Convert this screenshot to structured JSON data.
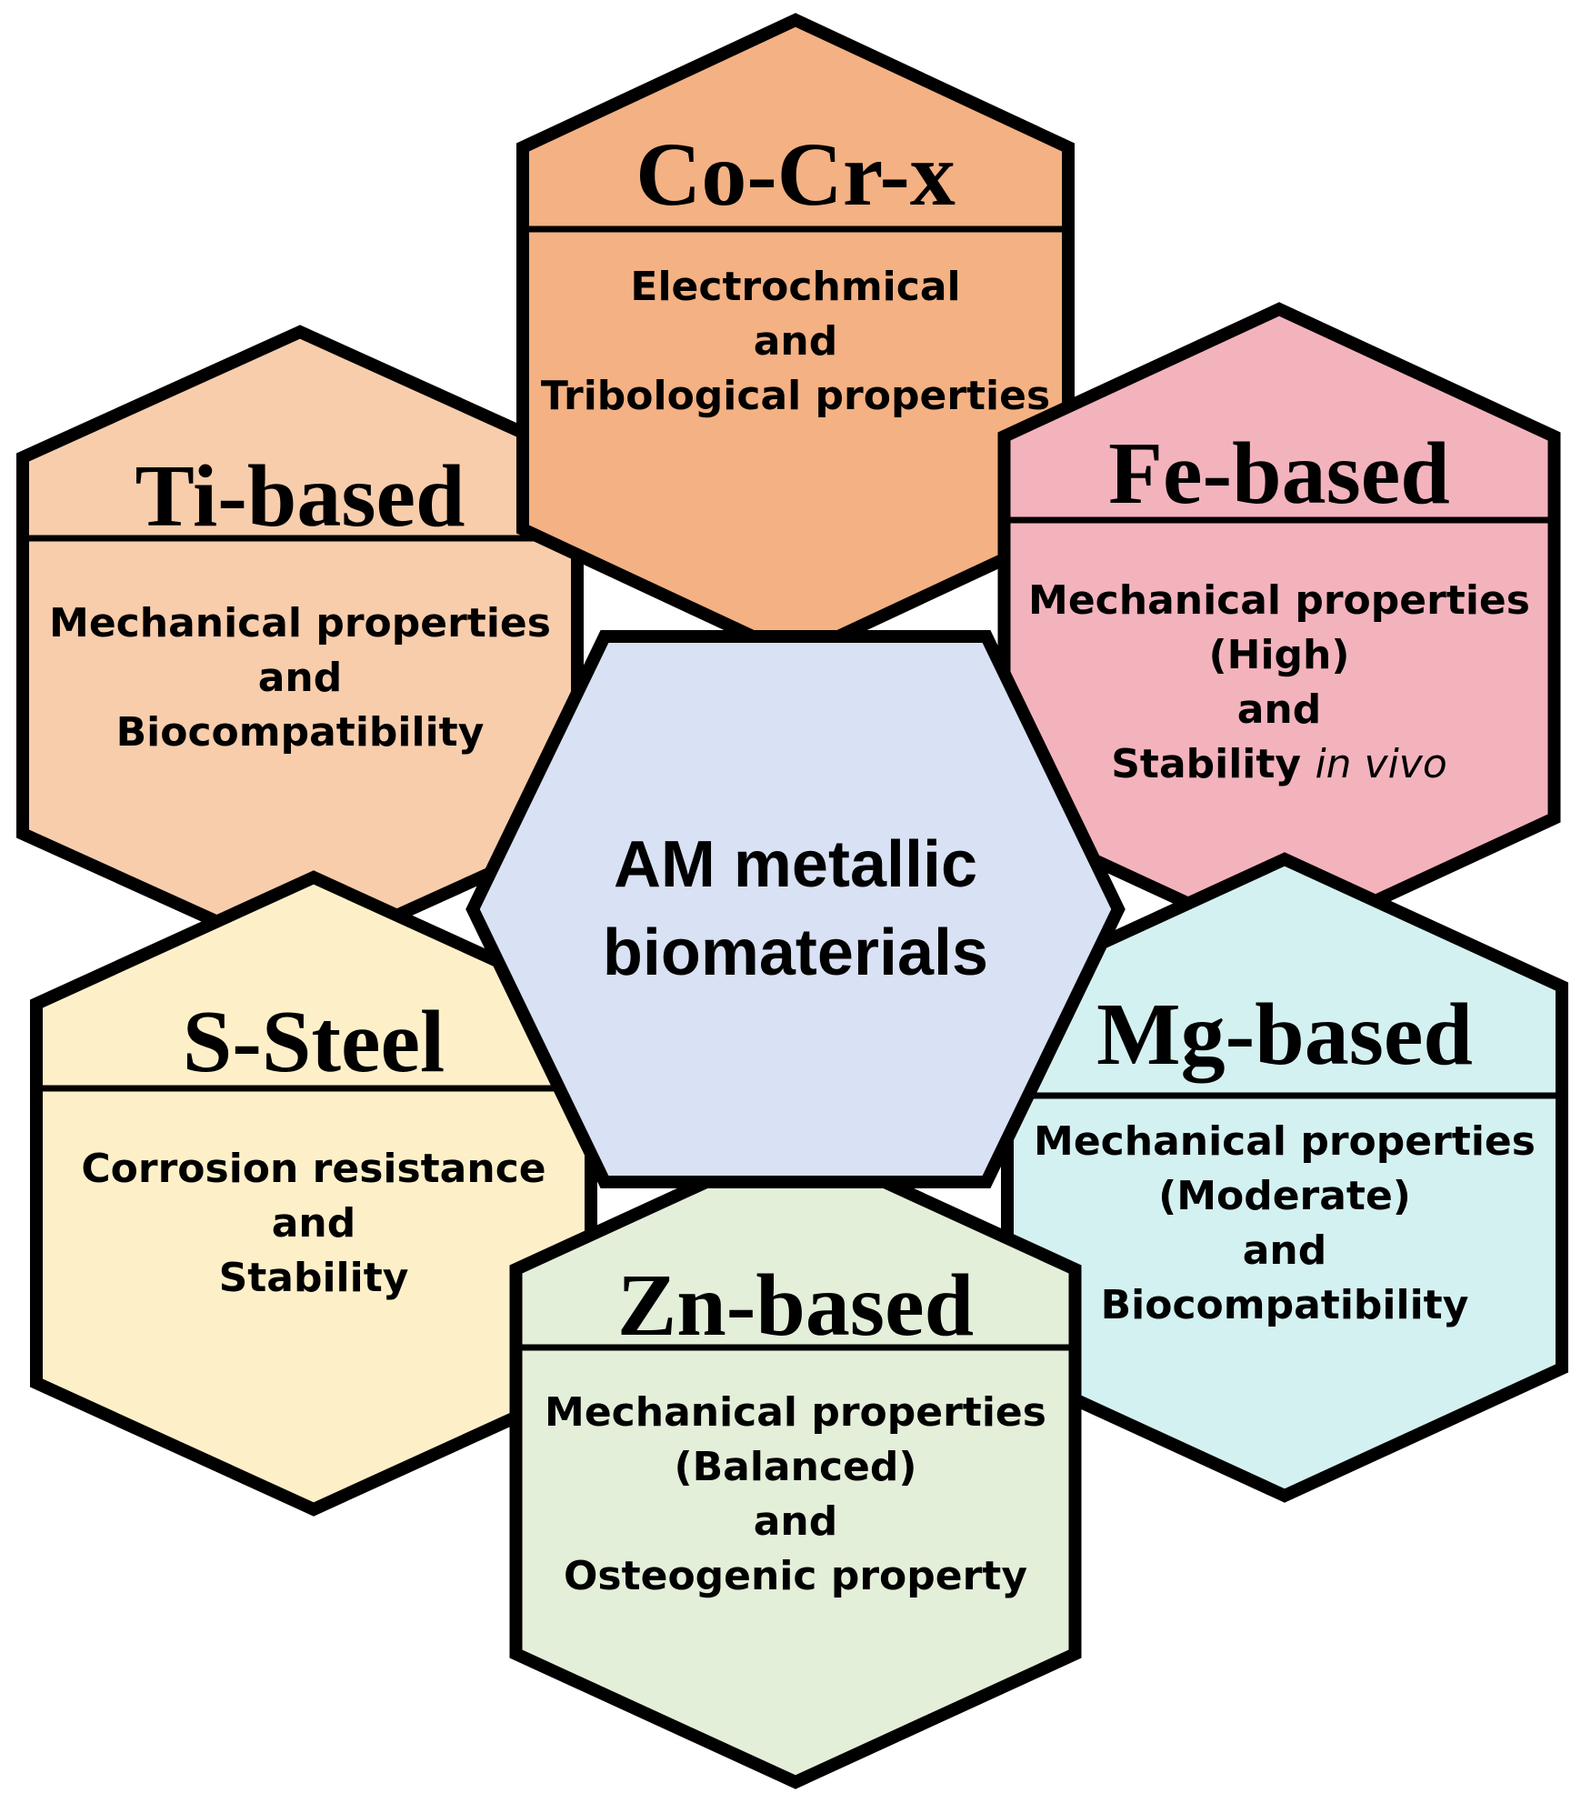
{
  "center": {
    "line1": "AM metallic",
    "line2": "biomaterials",
    "color": "#d9e1f4"
  },
  "materials": [
    {
      "id": "co-cr-x",
      "title": "Co-Cr-x",
      "color": "#f4b183",
      "lines": [
        [
          "Electrochmical"
        ],
        [
          "and"
        ],
        [
          "Tribological properties"
        ]
      ]
    },
    {
      "id": "fe-based",
      "title": "Fe-based",
      "color": "#f3b3bd",
      "lines": [
        [
          "Mechanical properties"
        ],
        [
          "(High)"
        ],
        [
          "and"
        ],
        [
          "Stability ",
          "in vivo"
        ]
      ]
    },
    {
      "id": "mg-based",
      "title": "Mg-based",
      "color": "#d4f1f1",
      "lines": [
        [
          "Mechanical properties"
        ],
        [
          "(Moderate)"
        ],
        [
          "and"
        ],
        [
          "Biocompatibility"
        ]
      ]
    },
    {
      "id": "zn-based",
      "title": "Zn-based",
      "color": "#e3efd9",
      "lines": [
        [
          "Mechanical properties"
        ],
        [
          "(Balanced)"
        ],
        [
          "and"
        ],
        [
          "Osteogenic property"
        ]
      ]
    },
    {
      "id": "s-steel",
      "title": "S-Steel",
      "color": "#fdf0c9",
      "lines": [
        [
          "Corrosion resistance"
        ],
        [
          "and"
        ],
        [
          "Stability"
        ]
      ]
    },
    {
      "id": "ti-based",
      "title": "Ti-based",
      "color": "#f8cdac",
      "lines": [
        [
          "Mechanical properties"
        ],
        [
          "and"
        ],
        [
          "Biocompatibility"
        ]
      ]
    }
  ]
}
